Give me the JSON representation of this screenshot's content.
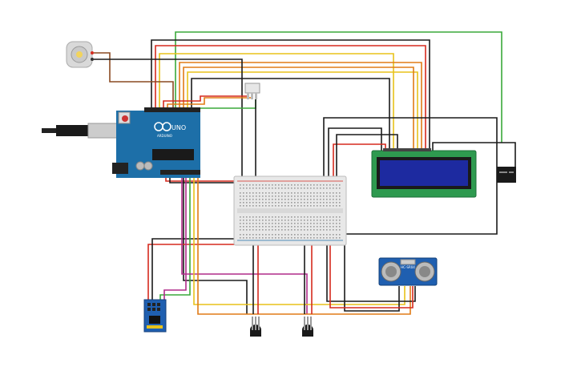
{
  "arduino": {
    "brand_text": "ARDUINO",
    "model_text": "UNO"
  },
  "ultrasonic": {
    "label": "HC-SR04"
  },
  "colors": {
    "wire_black": "#1a1a1a",
    "wire_red": "#d62a1e",
    "wire_orange": "#e07b16",
    "wire_yellow": "#e8c21a",
    "wire_green": "#3aa93a",
    "wire_brown": "#8a4a22",
    "wire_purple": "#b02b8a",
    "arduino_blue": "#1d6fa8",
    "lcd_green": "#2e9a4f",
    "lcd_screen": "#1d2aa0",
    "breadboard": "#e8e8e8",
    "esp_blue": "#1f5fb0"
  }
}
